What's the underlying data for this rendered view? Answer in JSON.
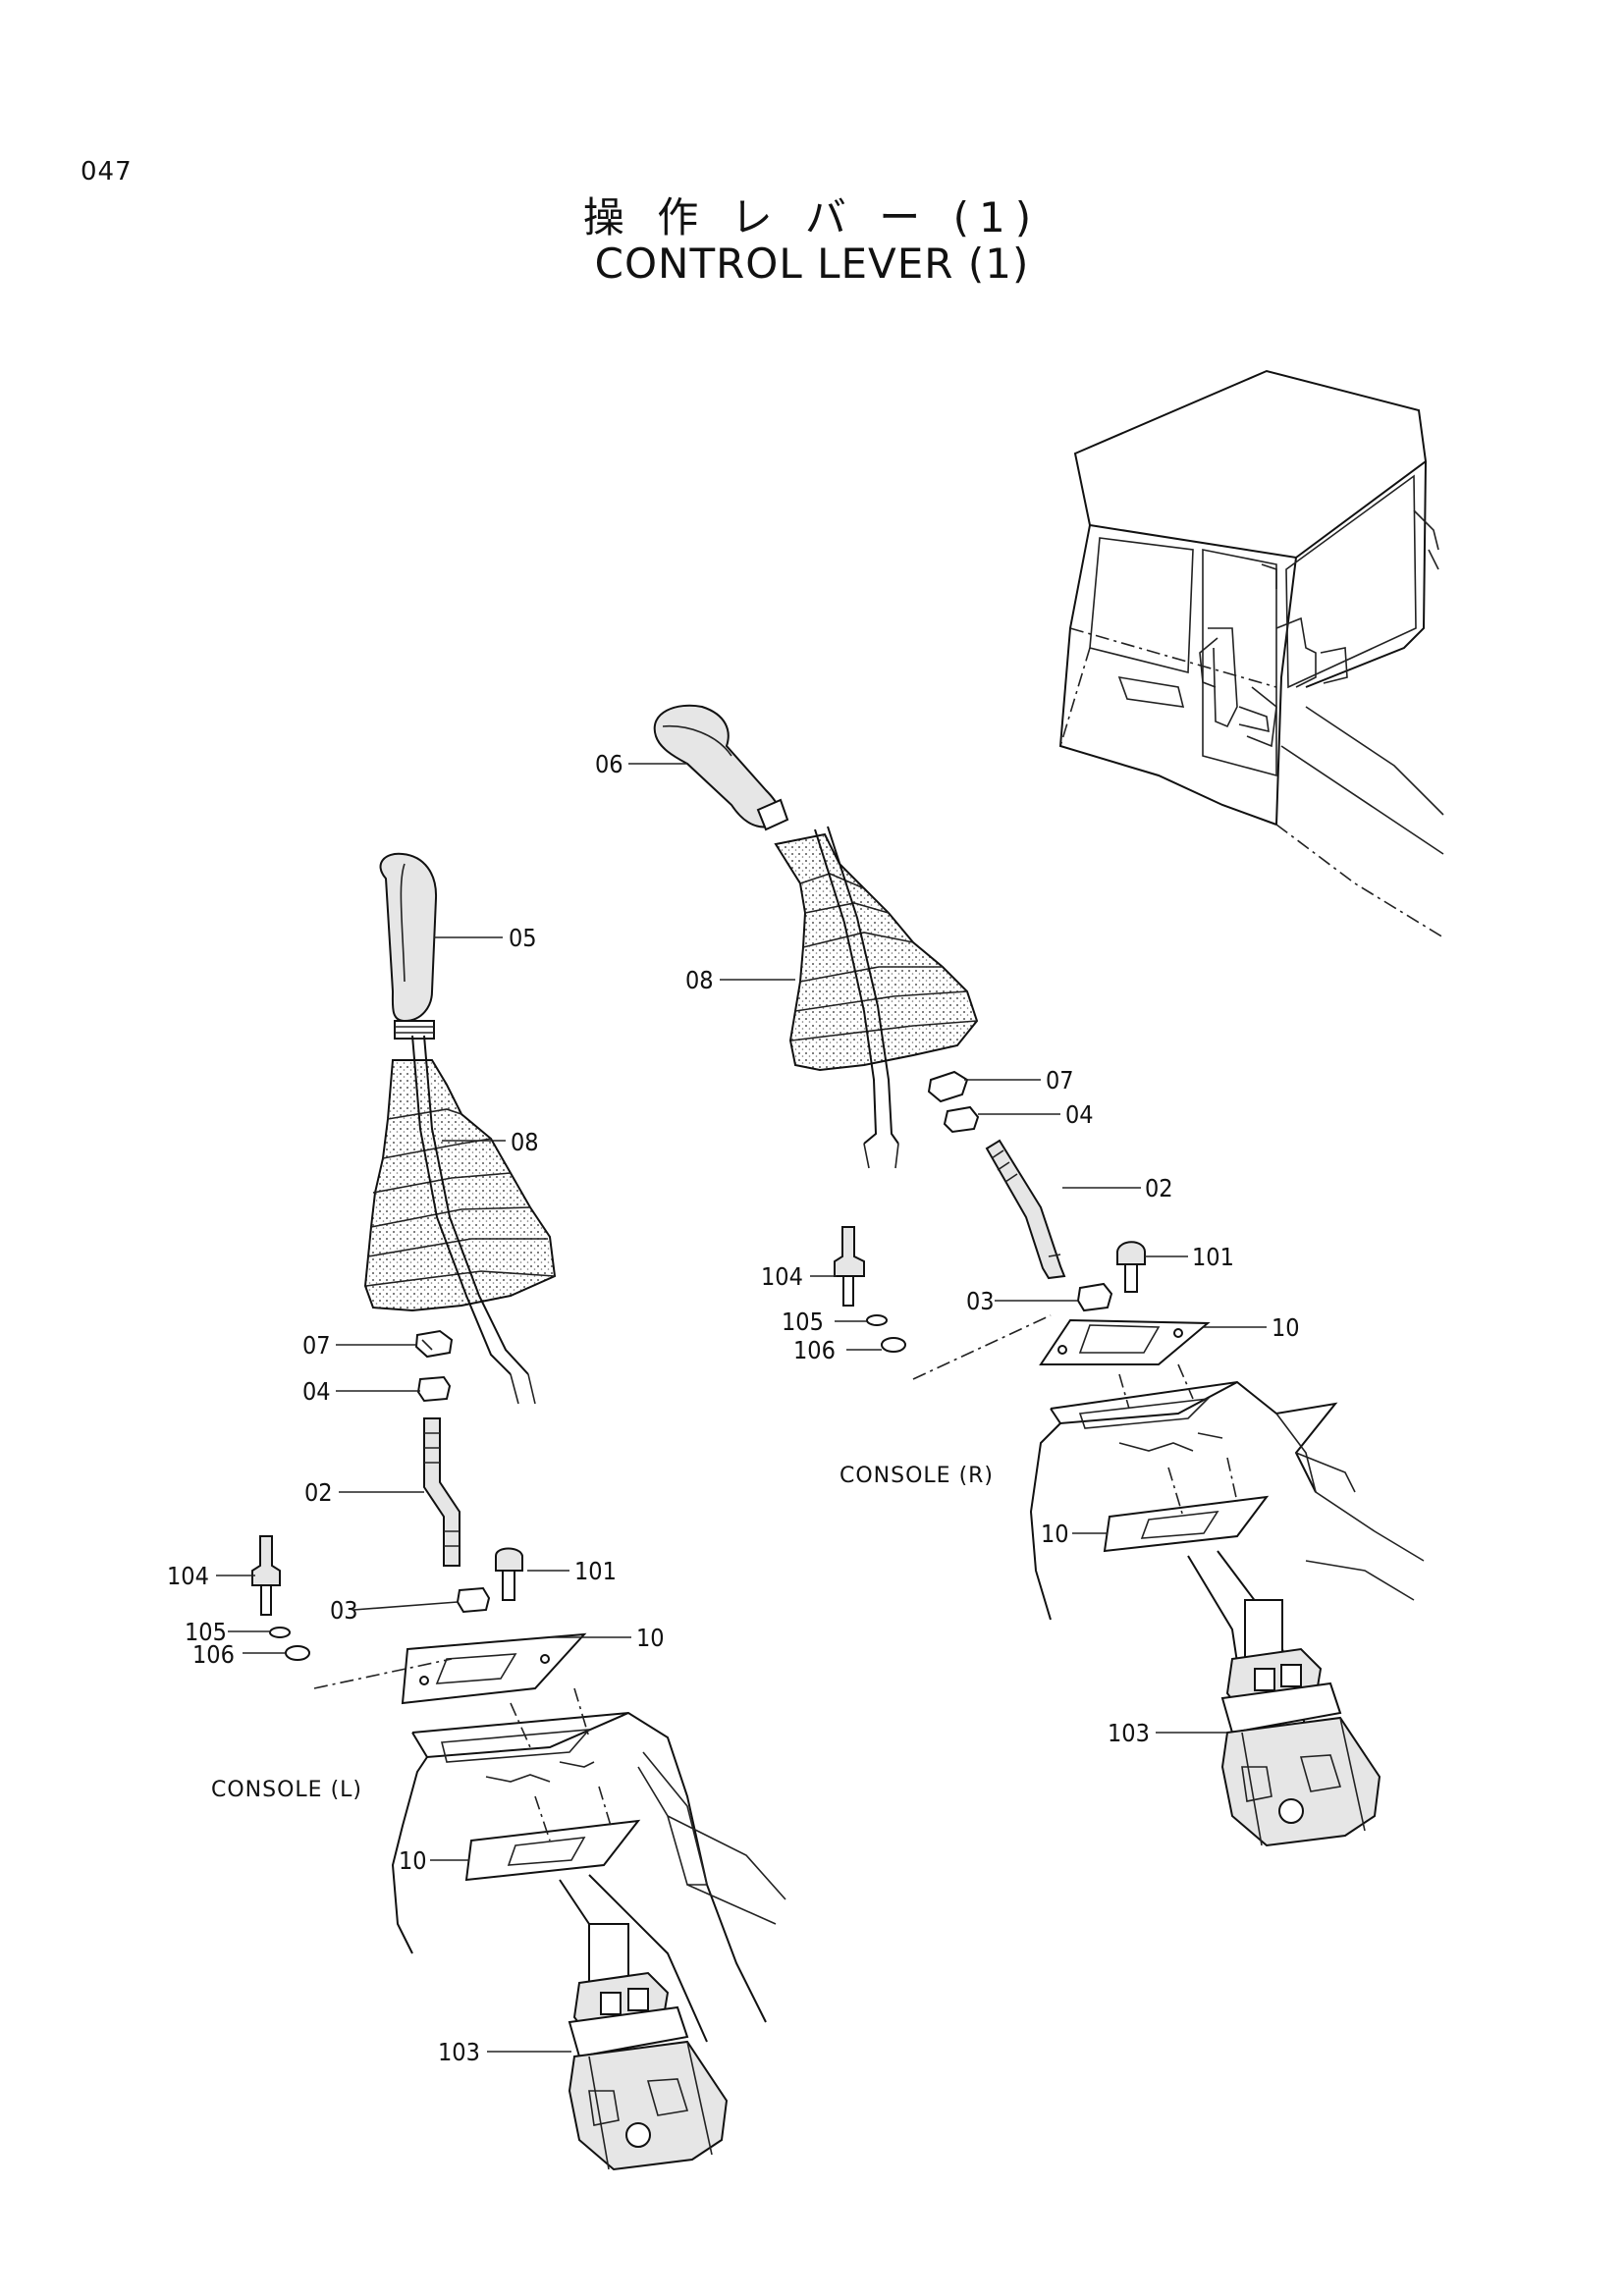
{
  "page_number": "047",
  "title": {
    "japanese": "操 作 レ バ ー (1)",
    "english": "CONTROL LEVER (1)"
  },
  "console_labels": {
    "left": "CONSOLE (L)",
    "right": "CONSOLE (R)"
  },
  "part_labels": {
    "left_05": "05",
    "left_08": "08",
    "left_07": "07",
    "left_04": "04",
    "left_02": "02",
    "left_101": "101",
    "left_104": "104",
    "left_03": "03",
    "left_10_top": "10",
    "left_105": "105",
    "left_106": "106",
    "left_10_bottom": "10",
    "left_103": "103",
    "right_06": "06",
    "right_08": "08",
    "right_07": "07",
    "right_04": "04",
    "right_02": "02",
    "right_101": "101",
    "right_104": "104",
    "right_03": "03",
    "right_10_top": "10",
    "right_105": "105",
    "right_106": "106",
    "right_10_bottom": "10",
    "right_103": "103"
  }
}
